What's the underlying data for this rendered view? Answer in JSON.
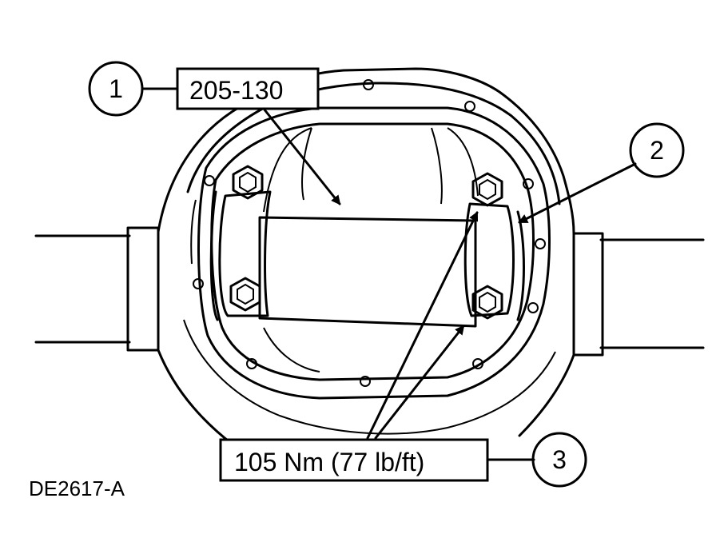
{
  "callouts": {
    "c1": {
      "number": "1",
      "label": "205-130"
    },
    "c2": {
      "number": "2"
    },
    "c3": {
      "number": "3",
      "label": "105 Nm (77 lb/ft)"
    }
  },
  "figure_id": "DE2617-A"
}
